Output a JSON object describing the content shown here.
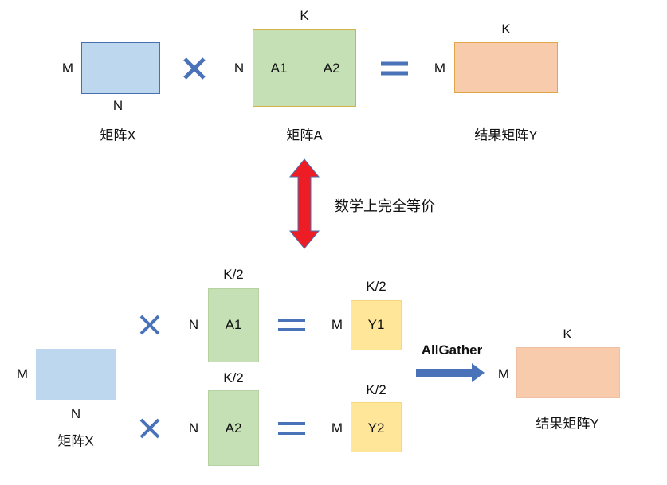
{
  "top": {
    "x_dim_m": "M",
    "x_dim_n": "N",
    "x_label": "矩阵X",
    "a_dim_k": "K",
    "a_dim_n": "N",
    "a1": "A1",
    "a2": "A2",
    "a_label": "矩阵A",
    "y_dim_k": "K",
    "y_dim_m": "M",
    "y_label": "结果矩阵Y"
  },
  "equivalence": "数学上完全等价",
  "bottom": {
    "x_dim_m": "M",
    "x_dim_n": "N",
    "x_label": "矩阵X",
    "a1_dim_k": "K/2",
    "a1_dim_n": "N",
    "a1": "A1",
    "a2_dim_k": "K/2",
    "a2_dim_n": "N",
    "a2": "A2",
    "y1_dim_k": "K/2",
    "y1_dim_m": "M",
    "y1": "Y1",
    "y2_dim_k": "K/2",
    "y2_dim_m": "M",
    "y2": "Y2",
    "allgather": "AllGather",
    "y_dim_k": "K",
    "y_dim_m": "M",
    "y_label": "结果矩阵Y"
  },
  "colors": {
    "operator": "#4a72b8",
    "arrow_red": "#ee1c25"
  }
}
